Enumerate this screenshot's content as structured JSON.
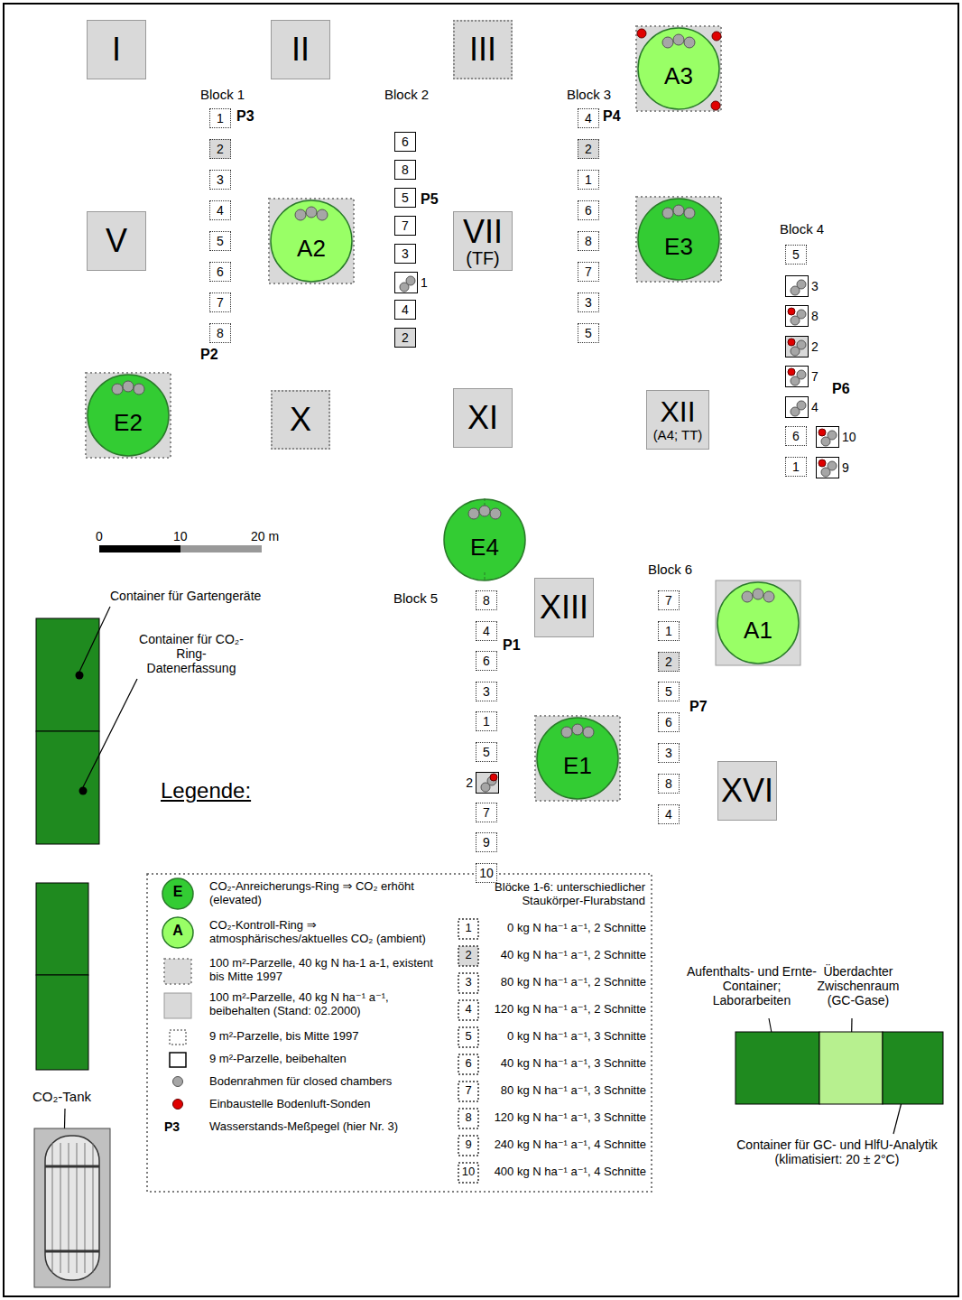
{
  "diagram": {
    "nodes": [
      {
        "text": [
          "I"
        ]
      },
      {
        "text": [
          "II"
        ]
      },
      {
        "text": [
          "III"
        ]
      },
      {
        "text": [
          "A3"
        ]
      },
      {
        "text": [
          "V"
        ]
      },
      {
        "text": [
          "A2"
        ]
      },
      {
        "text": [
          "VII (TF)"
        ]
      },
      {
        "text": [
          "E3"
        ]
      },
      {
        "text": [
          "E2"
        ]
      },
      {
        "text": [
          "X"
        ]
      },
      {
        "text": [
          "XI"
        ]
      },
      {
        "text": [
          "XII (A4; TT)"
        ]
      },
      {
        "text": [
          "E4"
        ]
      },
      {
        "text": [
          "XIII"
        ]
      },
      {
        "text": [
          "A1"
        ]
      },
      {
        "text": [
          "E1"
        ]
      },
      {
        "text": [
          "XVI"
        ]
      },
      {
        "text": [
          "1"
        ]
      },
      {
        "text": [
          "2"
        ]
      },
      {
        "text": [
          "3"
        ]
      },
      {
        "text": [
          "4"
        ]
      },
      {
        "text": [
          "5"
        ]
      },
      {
        "text": [
          "6"
        ]
      },
      {
        "text": [
          "7"
        ]
      },
      {
        "text": [
          "8"
        ]
      },
      {
        "text": [
          "6"
        ]
      },
      {
        "text": [
          "8"
        ]
      },
      {
        "text": [
          "5"
        ]
      },
      {
        "text": [
          "7"
        ]
      },
      {
        "text": [
          "3"
        ]
      },
      {
        "text": [
          "1"
        ]
      },
      {
        "text": [
          "4"
        ]
      },
      {
        "text": [
          "2"
        ]
      },
      {
        "text": [
          "4"
        ]
      },
      {
        "text": [
          "2"
        ]
      },
      {
        "text": [
          "1"
        ]
      },
      {
        "text": [
          "6"
        ]
      },
      {
        "text": [
          "8"
        ]
      },
      {
        "text": [
          "7"
        ]
      },
      {
        "text": [
          "3"
        ]
      },
      {
        "text": [
          "5"
        ]
      },
      {
        "text": [
          "5"
        ]
      },
      {
        "text": [
          "3"
        ]
      },
      {
        "text": [
          "8"
        ]
      },
      {
        "text": [
          "2"
        ]
      },
      {
        "text": [
          "7"
        ]
      },
      {
        "text": [
          "4"
        ]
      },
      {
        "text": [
          "6"
        ]
      },
      {
        "text": [
          "10"
        ]
      },
      {
        "text": [
          "1"
        ]
      },
      {
        "text": [
          "9"
        ]
      },
      {
        "text": [
          "8"
        ]
      },
      {
        "text": [
          "4"
        ]
      },
      {
        "text": [
          "6"
        ]
      },
      {
        "text": [
          "3"
        ]
      },
      {
        "text": [
          "1"
        ]
      },
      {
        "text": [
          "5"
        ]
      },
      {
        "text": [
          "2"
        ]
      },
      {
        "text": [
          "7"
        ]
      },
      {
        "text": [
          "9"
        ]
      },
      {
        "text": [
          "10"
        ]
      },
      {
        "text": [
          "7"
        ]
      },
      {
        "text": [
          "1"
        ]
      },
      {
        "text": [
          "2"
        ]
      },
      {
        "text": [
          "5"
        ]
      },
      {
        "text": [
          "6"
        ]
      },
      {
        "text": [
          "3"
        ]
      },
      {
        "text": [
          "8"
        ]
      },
      {
        "text": [
          "4"
        ]
      }
    ],
    "labels": [
      "Block 1",
      "P3",
      "P2",
      "Block 2",
      "P5",
      "Block 3",
      "P4",
      "Block 4",
      "P6",
      "0",
      "10",
      "20 m",
      "Block 5",
      "P1",
      "Block 6",
      "P7",
      "Container für Gartengeräte",
      "Container für CO₂-Ring-Datenerfassung",
      "Legende:",
      "CO₂-Tank",
      "E",
      "A",
      "P3",
      "Blöcke 1-6: unterschiedlicher Staukörper-Flurabstand",
      "1",
      "2",
      "3",
      "4",
      "5",
      "6",
      "7",
      "8",
      "9",
      "10",
      "Aufenthalts- und Ernte-Container; Laborarbeiten",
      "Überdachter Zwischenraum (GC-Gase)",
      "Container für GC- und HlfU-Analytik (klimatisiert: 20 ± 2°C)"
    ],
    "legend": [
      {
        "text": "CO₂-Anreicherungs-Ring ⇒ CO₂ erhöht (elevated)"
      },
      {
        "text": "CO₂-Kontroll-Ring ⇒ atmosphärisches/aktuelles CO₂ (ambient)"
      },
      {
        "text": "100 m²-Parzelle, 40 kg N ha-1 a-1, existent bis Mitte 1997"
      },
      {
        "text": "100 m²-Parzelle, 40 kg N ha⁻¹ a⁻¹, beibehalten (Stand: 02.2000)"
      },
      {
        "text": "9 m²-Parzelle, bis Mitte 1997"
      },
      {
        "text": "9 m²-Parzelle, beibehalten"
      },
      {
        "text": "Bodenrahmen für closed chambers"
      },
      {
        "text": "Einbaustelle Bodenluft-Sonden"
      },
      {
        "text": "Wasserstands-Meßpegel (hier Nr. 3)"
      },
      {
        "text": "0 kg N ha⁻¹ a⁻¹, 2 Schnitte"
      },
      {
        "text": "40 kg N ha⁻¹ a⁻¹, 2 Schnitte"
      },
      {
        "text": "80 kg N ha⁻¹ a⁻¹, 2 Schnitte"
      },
      {
        "text": "120 kg N ha⁻¹ a⁻¹, 2 Schnitte"
      },
      {
        "text": "0 kg N ha⁻¹ a⁻¹, 3 Schnitte"
      },
      {
        "text": "40 kg N ha⁻¹ a⁻¹, 3 Schnitte"
      },
      {
        "text": "80 kg N ha⁻¹ a⁻¹, 3 Schnitte"
      },
      {
        "text": "120 kg N ha⁻¹ a⁻¹, 3 Schnitte"
      },
      {
        "text": "240 kg N ha⁻¹ a⁻¹, 4 Schnitte"
      },
      {
        "text": "400 kg N ha⁻¹ a⁻¹, 4 Schnitte"
      }
    ]
  }
}
